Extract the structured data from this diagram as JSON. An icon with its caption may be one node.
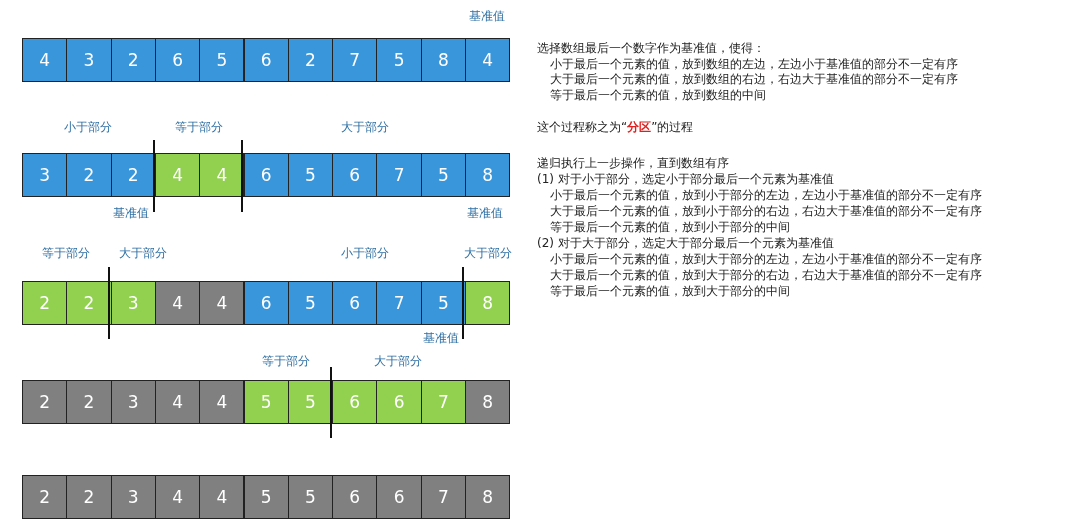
{
  "diagram": {
    "nodes": [
      {
        "text": [
          "4"
        ]
      },
      {
        "text": [
          "3"
        ]
      },
      {
        "text": [
          "2"
        ]
      },
      {
        "text": [
          "6"
        ]
      },
      {
        "text": [
          "5"
        ]
      },
      {
        "text": [
          "6"
        ]
      },
      {
        "text": [
          "2"
        ]
      },
      {
        "text": [
          "7"
        ]
      },
      {
        "text": [
          "5"
        ]
      },
      {
        "text": [
          "8"
        ]
      },
      {
        "text": [
          "4"
        ]
      },
      {
        "text": [
          "3"
        ]
      },
      {
        "text": [
          "2"
        ]
      },
      {
        "text": [
          "2"
        ]
      },
      {
        "text": [
          "4"
        ]
      },
      {
        "text": [
          "4"
        ]
      },
      {
        "text": [
          "6"
        ]
      },
      {
        "text": [
          "5"
        ]
      },
      {
        "text": [
          "6"
        ]
      },
      {
        "text": [
          "7"
        ]
      },
      {
        "text": [
          "5"
        ]
      },
      {
        "text": [
          "8"
        ]
      },
      {
        "text": [
          "2"
        ]
      },
      {
        "text": [
          "2"
        ]
      },
      {
        "text": [
          "3"
        ]
      },
      {
        "text": [
          "4"
        ]
      },
      {
        "text": [
          "4"
        ]
      },
      {
        "text": [
          "6"
        ]
      },
      {
        "text": [
          "5"
        ]
      },
      {
        "text": [
          "6"
        ]
      },
      {
        "text": [
          "7"
        ]
      },
      {
        "text": [
          "5"
        ]
      },
      {
        "text": [
          "8"
        ]
      },
      {
        "text": [
          "2"
        ]
      },
      {
        "text": [
          "2"
        ]
      },
      {
        "text": [
          "3"
        ]
      },
      {
        "text": [
          "4"
        ]
      },
      {
        "text": [
          "4"
        ]
      },
      {
        "text": [
          "5"
        ]
      },
      {
        "text": [
          "5"
        ]
      },
      {
        "text": [
          "6"
        ]
      },
      {
        "text": [
          "6"
        ]
      },
      {
        "text": [
          "7"
        ]
      },
      {
        "text": [
          "8"
        ]
      },
      {
        "text": [
          "2"
        ]
      },
      {
        "text": [
          "2"
        ]
      },
      {
        "text": [
          "3"
        ]
      },
      {
        "text": [
          "4"
        ]
      },
      {
        "text": [
          "4"
        ]
      },
      {
        "text": [
          "5"
        ]
      },
      {
        "text": [
          "5"
        ]
      },
      {
        "text": [
          "6"
        ]
      },
      {
        "text": [
          "6"
        ]
      },
      {
        "text": [
          "7"
        ]
      },
      {
        "text": [
          "8"
        ]
      }
    ],
    "labels": [
      "基准值",
      "小于部分",
      "等于部分",
      "大于部分",
      "基准值",
      "基准值",
      "等于部分",
      "大于部分",
      "小于部分",
      "大于部分",
      "基准值",
      "等于部分",
      "大于部分",
      "选择数组最后一个数字作为基准值，使得：",
      "小于最后一个元素的值，放到数组的左边，左边小于基准值的部分不一定有序",
      "大于最后一个元素的值，放到数组的右边，右边大于基准值的部分不一定有序",
      "等于最后一个元素的值，放到数组的中间",
      "这个过程称之为“**分区**”的过程",
      "递归执行上一步操作，直到数组有序",
      "(1) 对于小于部分，选定小于部分最后一个元素为基准值",
      "小于最后一个元素的值，放到小于部分的左边，左边小于基准值的部分不一定有序",
      "大于最后一个元素的值，放到小于部分的右边，右边大于基准值的部分不一定有序",
      "等于最后一个元素的值，放到小于部分的中间",
      "(2) 对于大于部分，选定大于部分最后一个元素为基准值",
      "小于最后一个元素的值，放到大于部分的左边，左边小于基准值的部分不一定有序",
      "大于最后一个元素的值，放到大于部分的右边，右边大于基准值的部分不一定有序",
      "等于最后一个元素的值，放到大于部分的中间"
    ]
  }
}
